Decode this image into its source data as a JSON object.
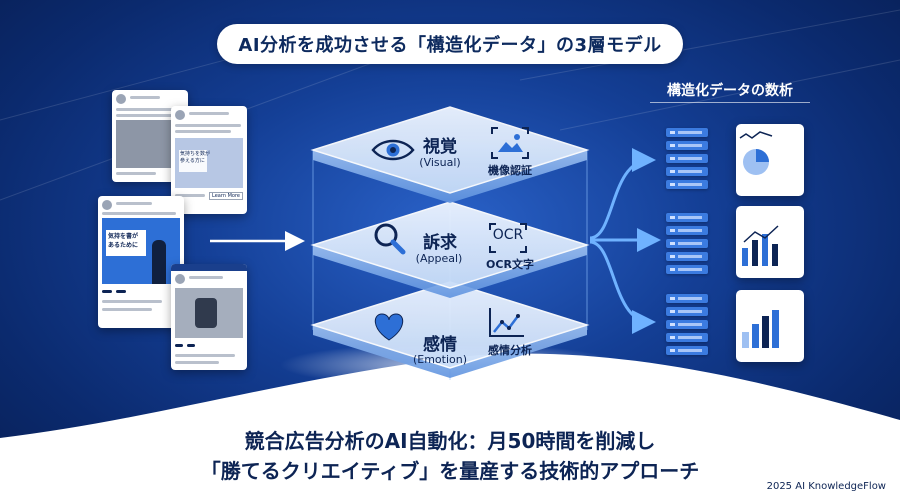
{
  "title": "AI分析を成功させる「構造化データ」の3層モデル",
  "right_label": "構造化データの数析",
  "layers": [
    {
      "label": "視覚",
      "sub": "(Visual)",
      "icon_name": "eye-icon",
      "side_label": "機像認証"
    },
    {
      "label": "訴求",
      "sub": "(Appeal)",
      "icon_name": "magnifier-icon",
      "side_icon_text": "OCR",
      "side_label": "OCR文字"
    },
    {
      "label": "感情",
      "sub": "(Emotion)",
      "icon_name": "heart-icon",
      "side_label": "感情分析"
    }
  ],
  "posts": {
    "post2_text": "気持ちを数が\n参える方に",
    "post3_text": "気持を書が\nあるために",
    "post2_button": "Learn More"
  },
  "bottom": {
    "line1": "競合広告分析のAI自動化：月50時間を削減し",
    "line2": "「勝てるクリエイティブ」を量産する技術的アプローチ"
  },
  "credit": "2025 AI KnowledgeFlow",
  "colors": {
    "accent": "#2d6fd6",
    "navy": "#0d2454",
    "layer": "#d9e8fb"
  }
}
